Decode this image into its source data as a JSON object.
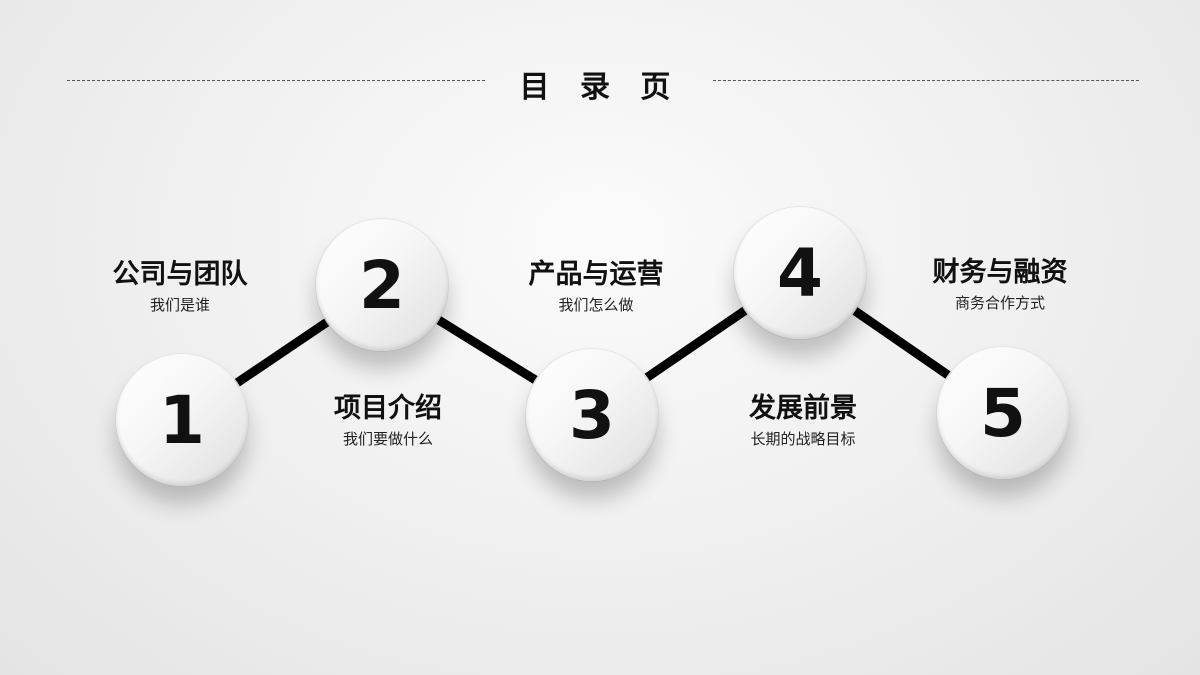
{
  "header": {
    "title": "目 录 页"
  },
  "steps": [
    {
      "number": "1",
      "title": "公司与团队",
      "subtitle": "我们是谁"
    },
    {
      "number": "2",
      "title": "项目介绍",
      "subtitle": "我们要做什么"
    },
    {
      "number": "3",
      "title": "产品与运营",
      "subtitle": "我们怎么做"
    },
    {
      "number": "4",
      "title": "发展前景",
      "subtitle": "长期的战略目标"
    },
    {
      "number": "5",
      "title": "财务与融资",
      "subtitle": "商务合作方式"
    }
  ],
  "colors": {
    "text": "#111111",
    "connector": "#000000",
    "background": "#eeeeee"
  }
}
